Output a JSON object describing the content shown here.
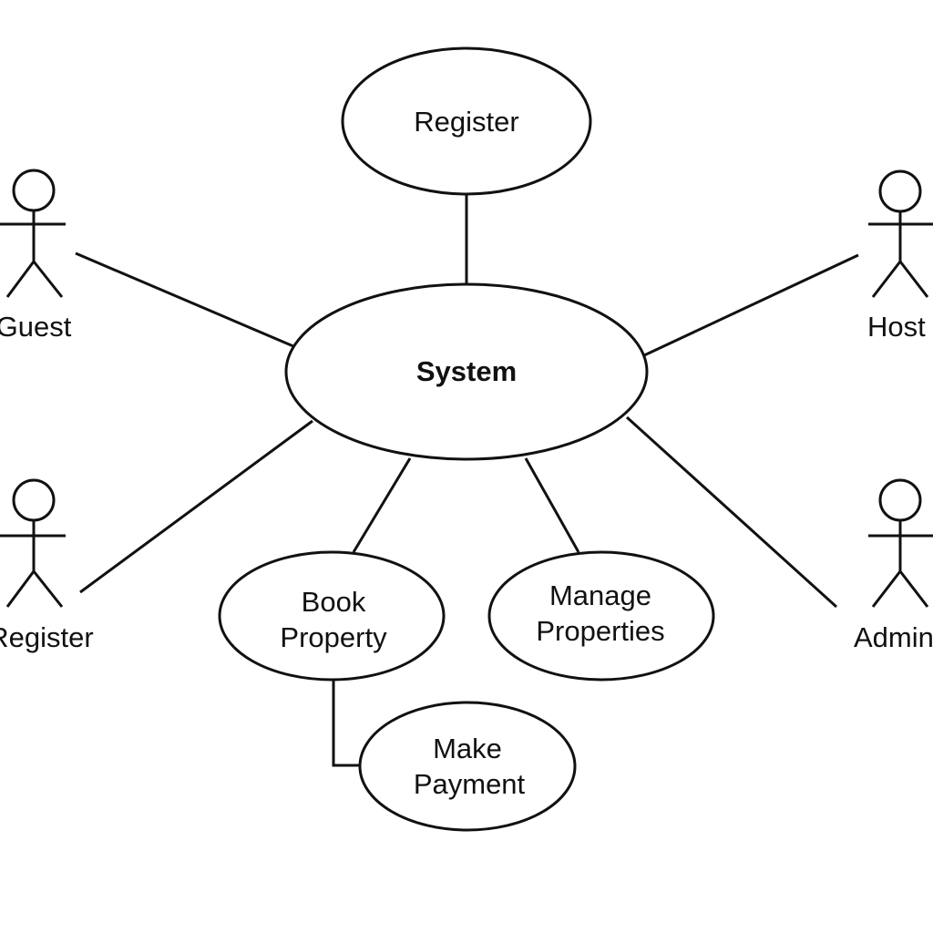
{
  "system": {
    "label": "System"
  },
  "use_cases": {
    "register": {
      "lines": [
        "Register"
      ]
    },
    "book_property": {
      "lines": [
        "Book",
        "Property"
      ]
    },
    "manage_properties": {
      "lines": [
        "Manage",
        "Properties"
      ]
    },
    "make_payment": {
      "lines": [
        "Make",
        "Payment"
      ]
    }
  },
  "actors": {
    "guest": {
      "label": "Guest"
    },
    "host": {
      "label": "Host"
    },
    "registered": {
      "label": "Register"
    },
    "admin": {
      "label": "Admin"
    }
  },
  "colors": {
    "line": "#111111",
    "background": "#ffffff"
  }
}
